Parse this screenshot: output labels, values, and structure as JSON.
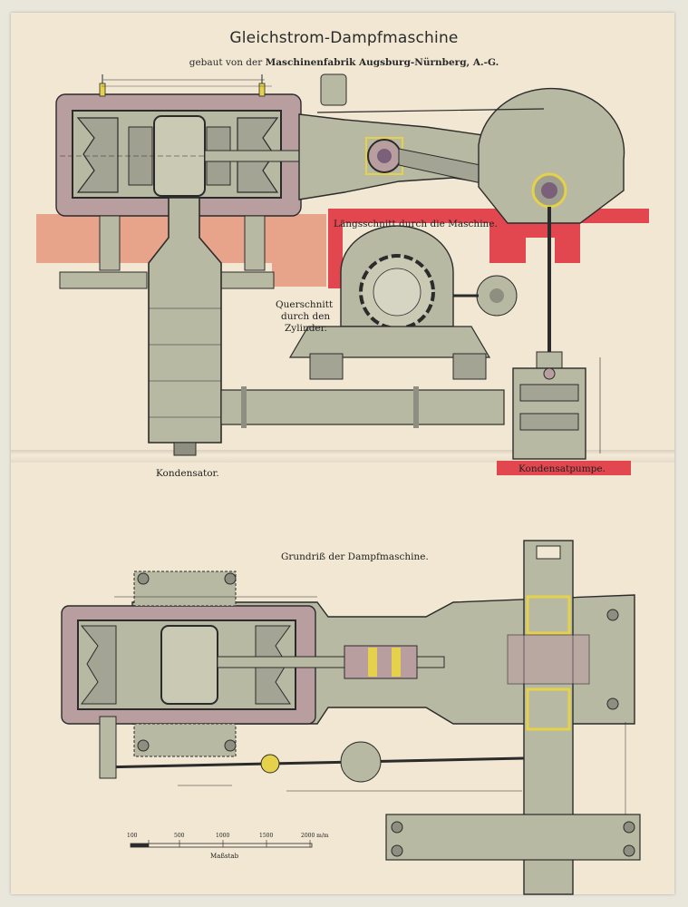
{
  "plate": {
    "title": "Gleichstrom-Dampfmaschine",
    "subtitle_prefix": "gebaut von der",
    "subtitle_maker": "Maschinenfabrik Augsburg-Nürnberg, A.-G."
  },
  "views": {
    "longitudinal_section": "Längsschnitt durch die Maschine.",
    "cross_section_line1": "Querschnitt",
    "cross_section_line2": "durch den",
    "cross_section_line3": "Zylinder.",
    "condenser": "Kondensator.",
    "condensate_pump": "Kondensatpumpe.",
    "plan_view": "Grundriß der Dampfmaschine."
  },
  "scale_bar": {
    "label": "Maßstab",
    "ticks": [
      "100",
      "500",
      "1000",
      "1500",
      "2000 m/m"
    ]
  },
  "colors": {
    "paper": "#f1e7d3",
    "steel_grey": "#b8b9a3",
    "dark_grey": "#8e8f80",
    "cylinder_mauve": "#b99ea0",
    "foundation_salmon": "#e7a48b",
    "foundation_red": "#e2474f",
    "brass_yellow": "#e6d14a",
    "ink": "#2b2b2b"
  }
}
